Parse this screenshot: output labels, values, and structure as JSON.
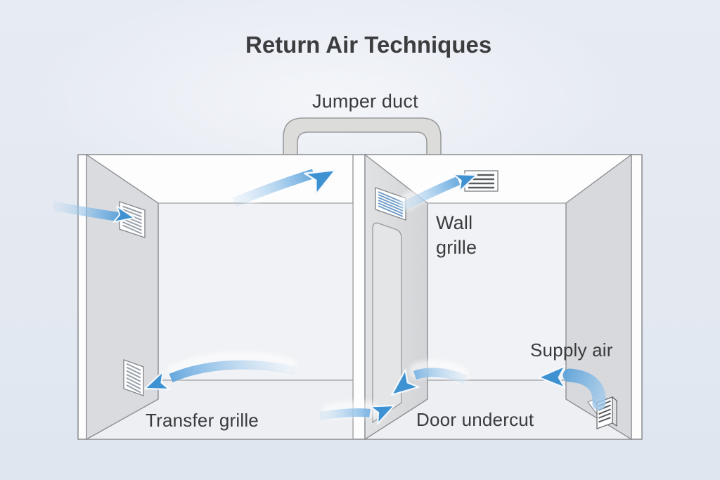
{
  "title": "Return Air Techniques",
  "labels": {
    "jumper_duct": "Jumper duct",
    "wall_grille": "Wall grille",
    "transfer_grille": "Transfer grille",
    "door_undercut": "Door undercut",
    "supply_air": "Supply air"
  },
  "components": {
    "rooms": 2,
    "airflow_arrow_count": 7,
    "grilles": [
      "wall-inlet-grille",
      "transfer-grille",
      "above-door-grille",
      "high-wall-grille",
      "supply-register"
    ]
  },
  "colors": {
    "background": "#e5eaf2",
    "arrow_blue": "#3f92d2",
    "arrow_blue_light": "#b9d6ee",
    "wall_gray": "#dadbde",
    "back_wall": "#f1f2f5",
    "floor": "#edeff3",
    "duct_gray": "#dcdcdb",
    "outline": "#8e9194",
    "text": "#3a3b3d"
  }
}
